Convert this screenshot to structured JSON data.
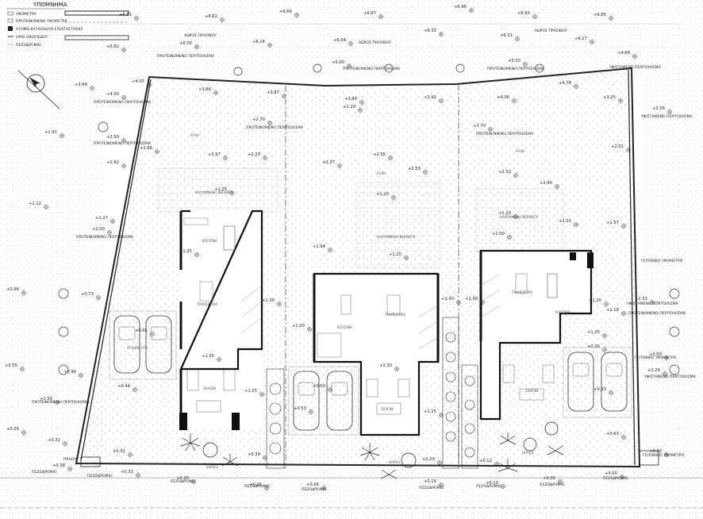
{
  "legend": {
    "title": "ΥΠΟΜΝΗΜΑ",
    "items": [
      "ΥΨΟΜΕΤΡΑ",
      "ΠΡΟΤΕΙΝΟΜΕΝΑ ΥΨΟΜΕΤΡΑ",
      "ΑΤΟΜΟ ΚΑΤΑΛΛΗΛΟ ΕΓΚΑΤΑΣΤΑΣΗΣ",
      "ΟΡΙΟ ΟΙΚΟΠΕΔΟΥ",
      "ΠΕΖΟΔΡΟΜΙΟ"
    ]
  },
  "labels": {
    "zone_top_left": "ΧΩΡΟΣ ΠΡΑΣΙΝΟΥ",
    "zone_top_right": "ΧΩΡΟΣ ΠΡΑΣΙΝΟΥ",
    "zone_top_mid": "ΧΩΡΟΣ ΠΡΑΣΙΝΟΥ",
    "proposed": "ΠΡΟΤΕΙΝΟΜΕΝΟ ΠΕΡΙΤΟΙΧΙΣΜΑ",
    "existing": "ΥΦΙΣΤΑΜΕΝΟ ΠΕΡΙΤΟΙΧΙΣΜΑ",
    "neighbor": "ΓΕΙΤΟΝΙΚΟ ΥΨΟΜΕΤΡΟ",
    "pavement": "ΠΕΖΟΔΡΟΜΙΟ",
    "road": "ΠΡΑΣΙΑ",
    "kitchen": "ΚΟΥΖΙΝΑ",
    "dining": "ΤΡΑΠΕΖΑΡΙΑ",
    "living": "ΣΑΛΟΝΙ",
    "parking": "ΣΤΑΘΜΕΥΣΗ",
    "terrace": "ΚΑΛΥΜΜΕΝΗ ΒΕΡΑΝΤΑ",
    "garden": "ΚΗΠΟΣ",
    "yard": "ΑΥΛΗ"
  },
  "elevations": {
    "e1": "+6.61",
    "e2": "+6.62",
    "e3": "+6.66",
    "e4": "+6.67",
    "e5": "+6.96",
    "e6": "+6.93",
    "e7": "+6.85",
    "e8": "+5.81",
    "e9": "+6.14",
    "e10": "+6.04",
    "e11": "+6.32",
    "e12": "+6.31",
    "e13": "+6.17",
    "e14": "+4.66",
    "e15": "+5.00",
    "e16": "+6.00",
    "e17": "+5.00",
    "e18": "+3.86",
    "e19": "+3.87",
    "e20": "+3.80",
    "e21": "+3.92",
    "e22": "+4.06",
    "e23": "+4.78",
    "e24": "+3.89",
    "e25": "+4.05",
    "e26": "+1.20",
    "e27": "+3.25",
    "e28": "+2.56",
    "e29": "+4.00",
    "e30": "+2.70",
    "e31": "+2.70",
    "e32": "+1.91",
    "e33": "+2.50",
    "e34": "+1.96",
    "e35": "+1.97",
    "e36": "+2.23",
    "e37": "+2.55",
    "e38": "+2.27",
    "e39": "+2.53",
    "e40": "+2.52",
    "e41": "+2.01",
    "e42": "+1.92",
    "e43": "+1.25",
    "e44": "+2.40",
    "e45": "+1.12",
    "e46": "+1.20",
    "e47": "+1.27",
    "e48": "+2.00",
    "e49": "+1.20",
    "e50": "+1.57",
    "e51": "+1.20",
    "e52": "+1.94",
    "e53": "+1.25",
    "e54": "+1.25",
    "e55": "+1.00",
    "e56": "+0.96",
    "e57": "+0.73",
    "e58": "+1.30",
    "e59": "+1.30",
    "e60": "+1.30",
    "e61": "+2.31",
    "e62": "+0.65",
    "e63": "+1.20",
    "e64": "+1.00",
    "e65": "+1.18",
    "e66": "+1.25",
    "e67": "+0.30",
    "e68": "+0.50",
    "e69": "+0.55",
    "e70": "+0.94",
    "e71": "+1.30",
    "e72": "+1.30",
    "e73": "+1.26",
    "e74": "+0.44",
    "e75": "+1.25",
    "e76": "+0.50",
    "e77": "+0.83",
    "e78": "+1.50",
    "e79": "+0.53",
    "e80": "+1.25",
    "e81": "+0.35",
    "e82": "+0.32",
    "e83": "+0.32",
    "e84": "+0.63",
    "e85": "+0.30",
    "e86": "+0.38",
    "e87": "+0.33",
    "e88": "+0.30",
    "e89": "+0.20",
    "e90": "+0.12",
    "e91": "+0.30",
    "e92": "+0.00",
    "e93": "+0.25",
    "e94": "+0.26",
    "e95": "+0.16",
    "e96": "+0.10",
    "e97": "+0.05"
  }
}
